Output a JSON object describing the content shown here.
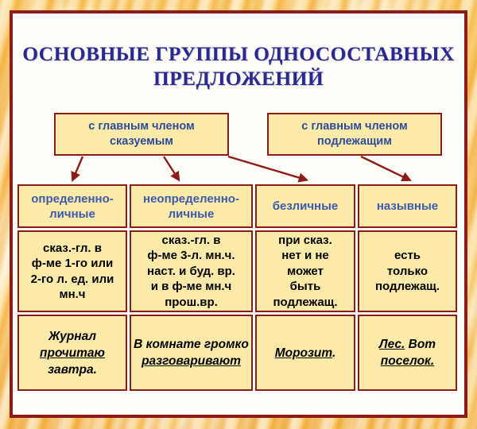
{
  "poster": {
    "title_line1": "ОСНОВНЫЕ ГРУППЫ ОДНОСОСТАВНЫХ",
    "title_line2": "ПРЕДЛОЖЕНИЙ",
    "colors": {
      "frame": "#f3ad3c",
      "panel_background": "#fffdf8",
      "border": "#8d1c18",
      "cell_background": "#fbeaa8",
      "title_text": "#2a2a8e",
      "heading_text": "#3c5bb0",
      "body_text": "#000000",
      "arrow": "#8d1c18"
    }
  },
  "top_boxes": [
    {
      "id": "predicate",
      "line1": "с главным членом",
      "line2": "сказуемым"
    },
    {
      "id": "subject",
      "line1": "с главным членом",
      "line2": "подлежащим"
    }
  ],
  "columns": [
    {
      "id": "opredelenno-lichnye",
      "heading_line1": "определенно-",
      "heading_line2": "личные",
      "description": [
        "сказ.-гл. в",
        "ф-ме 1-го или",
        "2-го л. ед. или",
        "мн.ч"
      ],
      "example": {
        "before": "Журнал ",
        "underlined": "прочитаю",
        "after": " завтра."
      }
    },
    {
      "id": "neopredelenno-lichnye",
      "heading_line1": "неопределенно-",
      "heading_line2": "личные",
      "description": [
        "сказ.-гл. в",
        "ф-ме 3-л. мн.ч.",
        "наст. и буд. вр.",
        "и в ф-ме мн.ч",
        "прош.вр."
      ],
      "example": {
        "before": "В комнате громко ",
        "underlined": "разговаривают",
        "after": ""
      }
    },
    {
      "id": "bezlichnye",
      "heading_line1": "безличные",
      "heading_line2": "",
      "description": [
        "при сказ.",
        "нет и не",
        "может",
        "быть",
        "подлежащ."
      ],
      "example": {
        "before": "",
        "underlined": "Морозит",
        "after": "."
      }
    },
    {
      "id": "nazyvnye",
      "heading_line1": "назывные",
      "heading_line2": "",
      "description": [
        "есть",
        "только",
        "подлежащ."
      ],
      "example": {
        "before": "",
        "underlined": "Лес.",
        "after": " Вот ",
        "underlined2": "поселок."
      }
    }
  ],
  "arrows": [
    {
      "id": "predicate-to-opredelenno",
      "from": "topbox-predicate",
      "to": "column-opredelenno-lichnye"
    },
    {
      "id": "predicate-to-neopredelenno",
      "from": "topbox-predicate",
      "to": "column-neopredelenno-lichnye"
    },
    {
      "id": "predicate-to-bezlichnye",
      "from": "topbox-predicate",
      "to": "column-bezlichnye"
    },
    {
      "id": "subject-to-nazyvnye",
      "from": "topbox-subject",
      "to": "column-nazyvnye"
    }
  ]
}
